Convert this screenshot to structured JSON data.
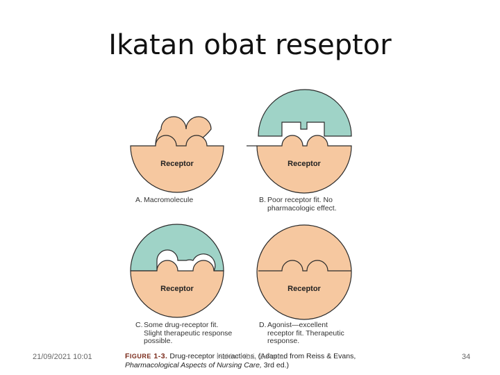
{
  "slide": {
    "title": "Ikatan obat reseptor",
    "footer_date": "21/09/2021 10:01",
    "footer_author": "Hakim Hbri, S.Farm.",
    "page_number": "34"
  },
  "figure": {
    "receptor_label": "Receptor",
    "colors": {
      "receptor": "#f6c8a0",
      "drug": "#9fd3c7",
      "outline": "#2a2a2a"
    },
    "panels": [
      {
        "letter": "A.",
        "caption": "Macromolecule"
      },
      {
        "letter": "B.",
        "caption": "Poor receptor fit. No\npharmacologic effect."
      },
      {
        "letter": "C.",
        "caption": "Some drug-receptor fit.\nSlight therapeutic response\npossible."
      },
      {
        "letter": "D.",
        "caption": "Agonist—excellent\nreceptor fit. Therapeutic\nresponse."
      }
    ],
    "caption_label_a": "F",
    "caption_label_b": "IGURE",
    "caption_label_c": " 1-3.",
    "caption_text": "Drug-receptor interactions. (Adapted from Reiss & Evans,",
    "caption_source": "Pharmacological Aspects of Nursing Care,",
    "caption_edition": "3rd ed.)"
  }
}
